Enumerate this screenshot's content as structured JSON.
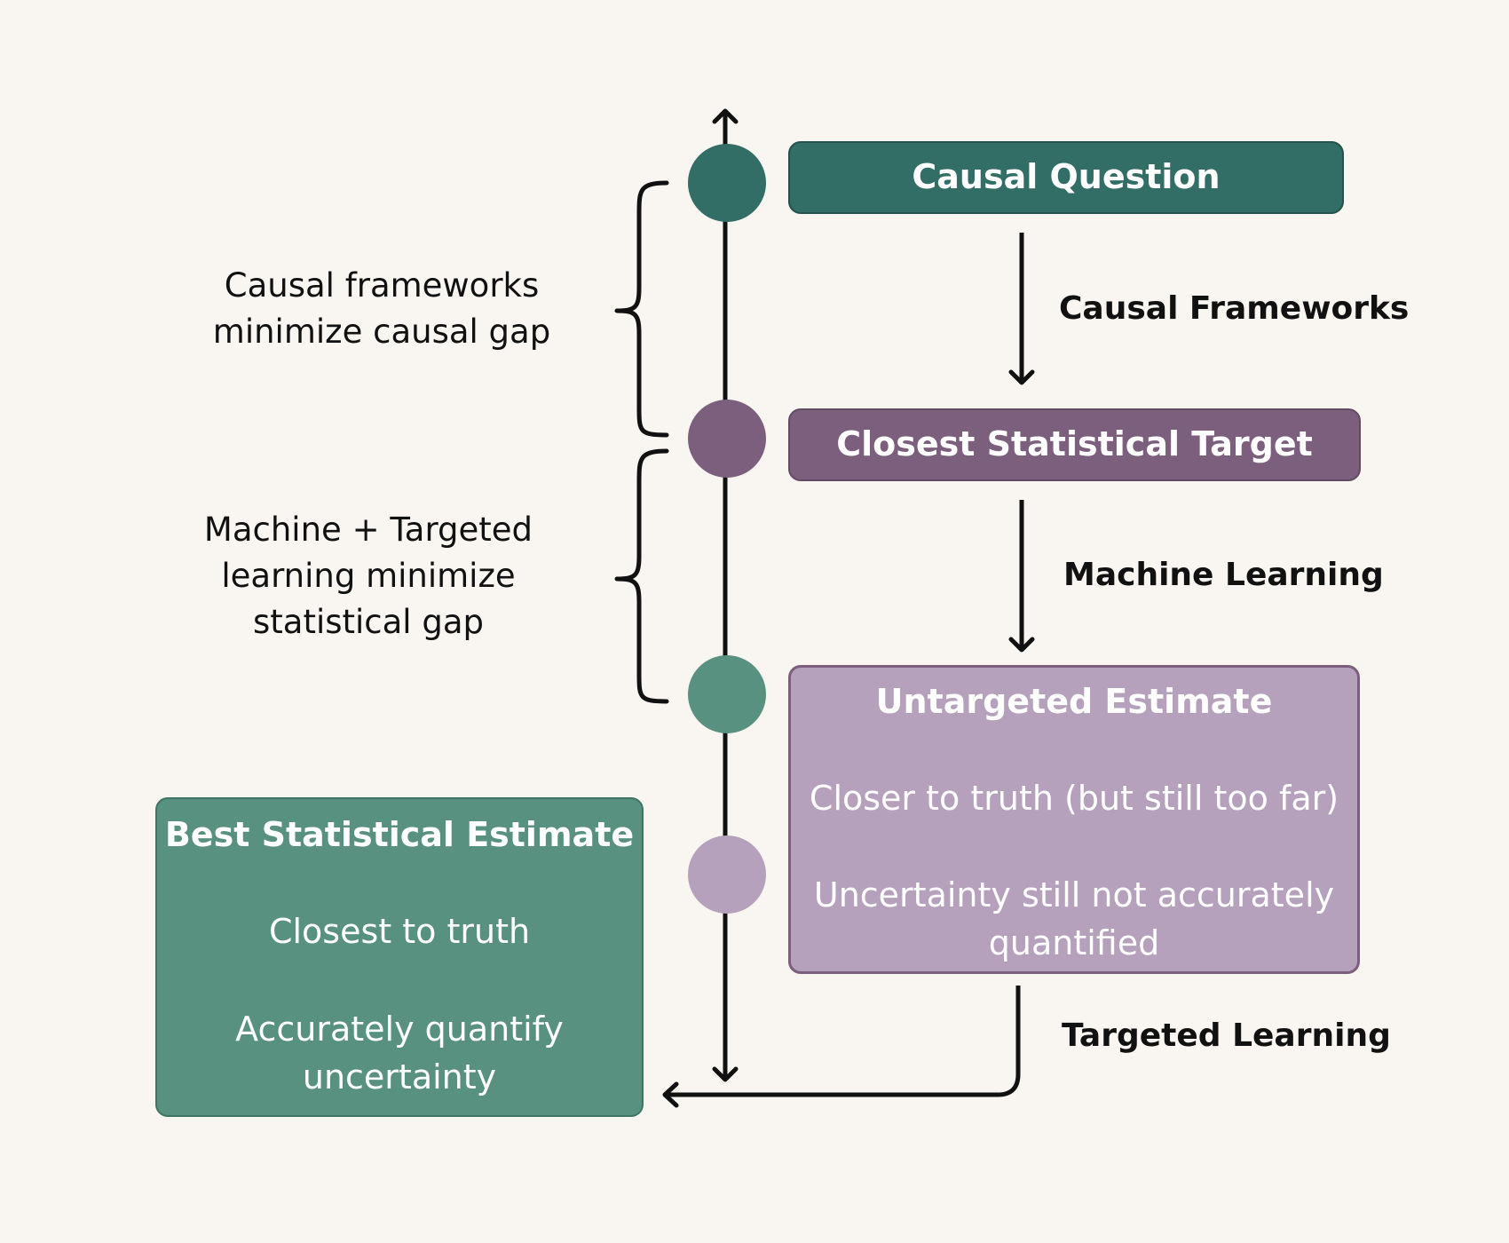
{
  "colors": {
    "background": "#f9f6f1",
    "dark_teal": "#326d66",
    "plum": "#7b5f7c",
    "teal": "#58917f",
    "lavender": "#b5a1bc",
    "ink": "#111111"
  },
  "nodes": {
    "causal_question": {
      "title": "Causal Question"
    },
    "closest_target": {
      "title": "Closest Statistical Target"
    },
    "untargeted": {
      "title": "Untargeted Estimate",
      "line1": "Closer to truth (but still too far)",
      "line2a": "Uncertainty still not accurately",
      "line2b": "quantified"
    },
    "best": {
      "title": "Best Statistical Estimate",
      "line1": "Closest to truth",
      "line2a": "Accurately quantify",
      "line2b": "uncertainty"
    }
  },
  "edges": {
    "causal_frameworks": "Causal Frameworks",
    "machine_learning": "Machine Learning",
    "targeted_learning": "Targeted Learning"
  },
  "side_notes": {
    "causal_gap": {
      "line1": "Causal frameworks",
      "line2": "minimize causal gap"
    },
    "statistical_gap": {
      "line1": "Machine + Targeted",
      "line2": "learning minimize",
      "line3": "statistical gap"
    }
  }
}
